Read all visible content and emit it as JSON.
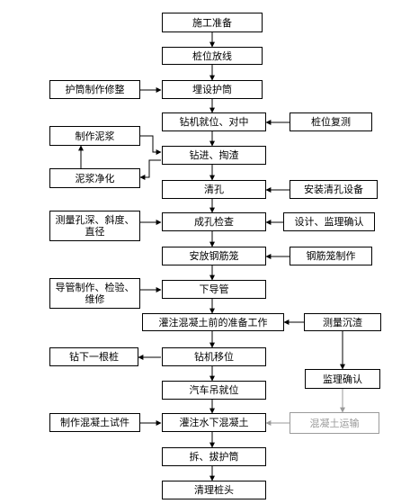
{
  "colors": {
    "line": "#000000",
    "faded": "#9a9a9a"
  },
  "steps": {
    "s1": "施工准备",
    "s2": "桩位放线",
    "s3": "埋设护筒",
    "s4": "钻机就位、对中",
    "s5": "钻进、掏渣",
    "s6": "清孔",
    "s7": "成孔检查",
    "s8": "安放钢筋笼",
    "s9": "下导管",
    "s10": "灌注混凝土前的准备工作",
    "s11": "钻机移位",
    "s12": "汽车吊就位",
    "s13": "灌注水下混凝土",
    "s14": "拆、拔护筒",
    "s15": "清理桩头"
  },
  "left": {
    "l1": "护筒制作修整",
    "l2": "制作泥浆",
    "l3": "泥浆净化",
    "l4": "测量孔深、斜度、直径",
    "l5": "导管制作、检验、维修",
    "l6": "钻下一根桩",
    "l7": "制作混凝土试件"
  },
  "right": {
    "r1": "桩位复测",
    "r2": "安装清孔设备",
    "r3": "设计、监理确认",
    "r4": "钢筋笼制作",
    "r5": "测量沉渣",
    "r6": "监理确认",
    "r7": "混凝土运输"
  }
}
